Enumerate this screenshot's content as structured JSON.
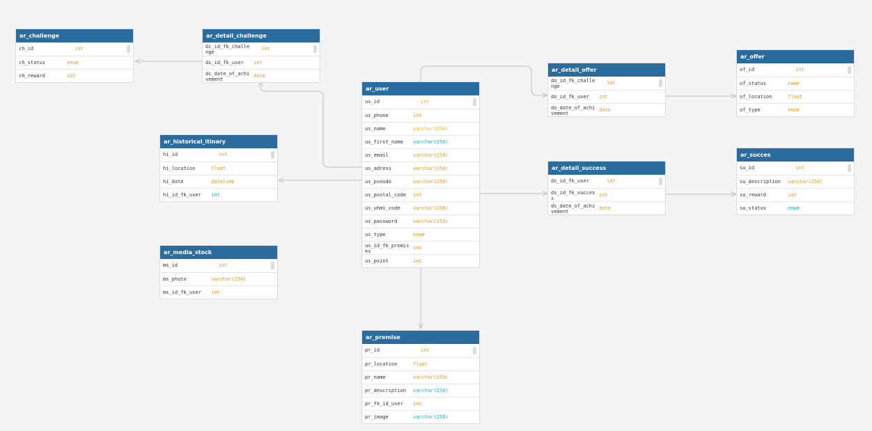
{
  "tables": {
    "ar_challenge": {
      "title": "ar_challenge",
      "rows": [
        {
          "name": "ch_id",
          "type": "int"
        },
        {
          "name": "ch_status",
          "type": "enum"
        },
        {
          "name": "ch_reward",
          "type": "int"
        }
      ]
    },
    "ar_detail_challenge": {
      "title": "ar_detail_challenge",
      "rows": [
        {
          "name": "dc_id_fk_challe nge",
          "type": "int"
        },
        {
          "name": "dc_id_fk_user",
          "type": "int"
        },
        {
          "name": "dc_date_of_achi vement",
          "type": "date"
        }
      ]
    },
    "ar_user": {
      "title": "ar_user",
      "rows": [
        {
          "name": "us_id",
          "type": "int"
        },
        {
          "name": "us_phone",
          "type": "int"
        },
        {
          "name": "us_name",
          "type": "varchar(250)"
        },
        {
          "name": "us_first_name",
          "type": "varchar(250)"
        },
        {
          "name": "us_email",
          "type": "varchar(250)"
        },
        {
          "name": "us_adress",
          "type": "varchar(250)"
        },
        {
          "name": "us_pseudo",
          "type": "varchar(250)"
        },
        {
          "name": "us_postal_code",
          "type": "int"
        },
        {
          "name": "us_uhmi_code",
          "type": "varchar(250)"
        },
        {
          "name": "us_password",
          "type": "varchar(250)"
        },
        {
          "name": "us_type",
          "type": "enum"
        },
        {
          "name": "us_id_fk_premi ses",
          "type": "int"
        },
        {
          "name": "us_point",
          "type": "int"
        }
      ]
    },
    "ar_detail_offer": {
      "title": "ar_detail_offer",
      "rows": [
        {
          "name": "do_id_fk_challe nge",
          "type": "int"
        },
        {
          "name": "do_id_fk_user",
          "type": "int"
        },
        {
          "name": "do_date_of_achi vement",
          "type": "date"
        }
      ]
    },
    "ar_offer": {
      "title": "ar_offer",
      "rows": [
        {
          "name": "of_id",
          "type": "int"
        },
        {
          "name": "of_status",
          "type": "enum"
        },
        {
          "name": "of_location",
          "type": "float"
        },
        {
          "name": "of_type",
          "type": "enum"
        }
      ]
    },
    "ar_historical_itinary": {
      "title": "ar_historical_itinary",
      "rows": [
        {
          "name": "hi_id",
          "type": "int"
        },
        {
          "name": "hi_location",
          "type": "float"
        },
        {
          "name": "hi_date",
          "type": "datetime"
        },
        {
          "name": "hi_id_fk_user",
          "type": "int"
        }
      ]
    },
    "ar_detail_success": {
      "title": "ar_detail_success",
      "rows": [
        {
          "name": "ds_id_fk_user",
          "type": "int"
        },
        {
          "name": "ds_id_fk_succ ess",
          "type": "int"
        },
        {
          "name": "ds_date_of_achi vement",
          "type": "date"
        }
      ]
    },
    "ar_succes": {
      "title": "ar_succes",
      "rows": [
        {
          "name": "su_id",
          "type": "int"
        },
        {
          "name": "su_description",
          "type": "varchar(250)"
        },
        {
          "name": "su_reward",
          "type": "int"
        },
        {
          "name": "su_status",
          "type": "enum"
        }
      ]
    },
    "ar_media_stock": {
      "title": "ar_media_stock",
      "rows": [
        {
          "name": "ms_id",
          "type": "int"
        },
        {
          "name": "ms_photo",
          "type": "varchar(250)"
        },
        {
          "name": "ms_id_fk_user",
          "type": "int"
        }
      ]
    },
    "ar_premise": {
      "title": "ar_premise",
      "rows": [
        {
          "name": "pr_id",
          "type": "int"
        },
        {
          "name": "pr_location",
          "type": "float"
        },
        {
          "name": "pr_name",
          "type": "varchar(250)"
        },
        {
          "name": "pr_description",
          "type": "varchar(250)"
        },
        {
          "name": "pr_fk_id_user",
          "type": "int"
        },
        {
          "name": "pr_image",
          "type": "varchar(250)"
        }
      ]
    }
  },
  "colors": {
    "header": "#2b6c9e",
    "background": "#f4f4f4",
    "type_orange": "#e8951a",
    "type_teal": "#19b0b0",
    "edge": "#c8c8c8"
  }
}
